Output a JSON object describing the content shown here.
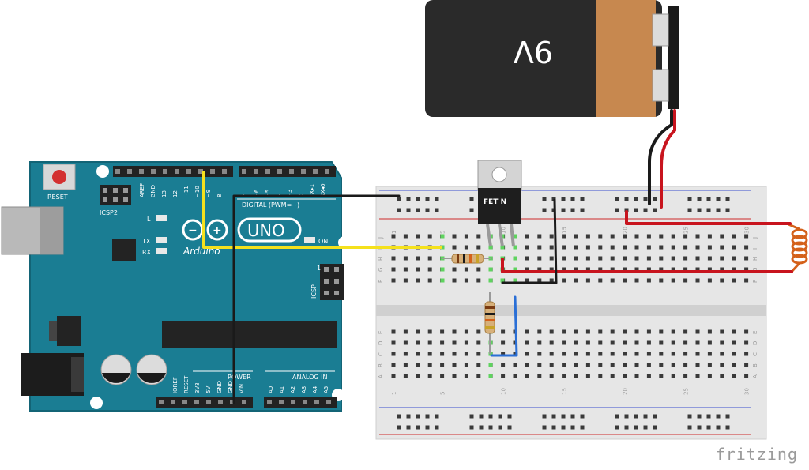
{
  "arduino": {
    "reset_label": "RESET",
    "icsp2_label": "ICSP2",
    "icsp_label": "ICSP",
    "icsp_pin1": "1",
    "uno_label": "UNO",
    "brand_label": "Arduino",
    "digital_header": "DIGITAL (PWM=~)",
    "power_header": "POWER",
    "analog_header": "ANALOG IN",
    "led_l": "L",
    "led_tx": "TX",
    "led_rx": "RX",
    "led_on": "ON",
    "digital_pins": [
      "AREF",
      "GND",
      "13",
      "12",
      "~11",
      "~10",
      "~9",
      "8",
      "7",
      "~6",
      "~5",
      "4",
      "~3",
      "2",
      "TX▸1",
      "RX◂0"
    ],
    "power_pins": [
      "IOREF",
      "RESET",
      "3V3",
      "5V",
      "GND",
      "GND",
      "VIN"
    ],
    "analog_pins": [
      "A0",
      "A1",
      "A2",
      "A3",
      "A4",
      "A5"
    ]
  },
  "battery": {
    "label": "9V"
  },
  "transistor": {
    "label": "FET N"
  },
  "breadboard": {
    "col_labels": [
      "1",
      "5",
      "10",
      "15",
      "20",
      "25",
      "30"
    ],
    "row_labels_top": [
      "J",
      "I",
      "H",
      "G",
      "F"
    ],
    "row_labels_bottom": [
      "E",
      "D",
      "C",
      "B",
      "A"
    ]
  },
  "wire_colors": {
    "yellow": "#f5e11d",
    "black": "#1a1a1a",
    "red": "#c8141e",
    "blue": "#2a6fd6"
  },
  "brand": "fritzing"
}
